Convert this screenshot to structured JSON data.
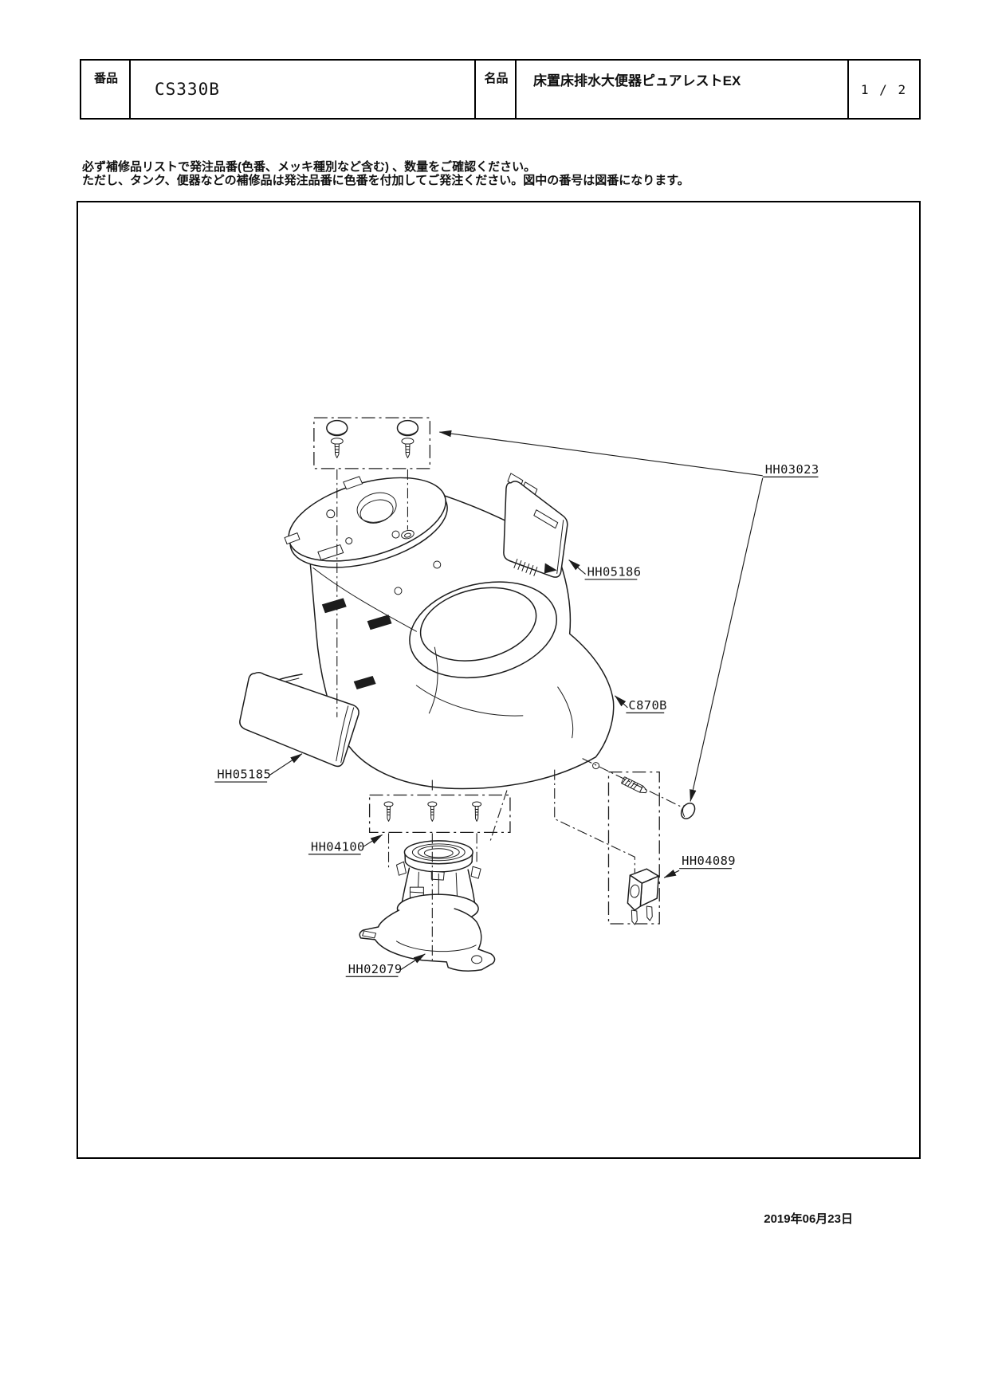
{
  "header": {
    "part_no_label": "品番",
    "part_no": "CS330B",
    "part_name_label": "品名",
    "part_name": "床置床排水大便器ピュアレストEX",
    "page": "1 / 2"
  },
  "notice": {
    "line1": "必ず補修品リストで発注品番(色番、メッキ種別など含む) 、数量をご確認ください。",
    "line2": "ただし、タンク、便器などの補修品は発注品番に色番を付加してご発注ください。図中の番号は図番になります。"
  },
  "diagram": {
    "labels": [
      {
        "id": "HH03023",
        "text": "HH03023"
      },
      {
        "id": "HH05186",
        "text": "HH05186"
      },
      {
        "id": "C870B",
        "text": "C870B"
      },
      {
        "id": "HH05185",
        "text": "HH05185"
      },
      {
        "id": "HH04100",
        "text": "HH04100"
      },
      {
        "id": "HH04089",
        "text": "HH04089"
      },
      {
        "id": "HH02079",
        "text": "HH02079"
      }
    ]
  },
  "footer": {
    "date": "2019年06月23日"
  }
}
